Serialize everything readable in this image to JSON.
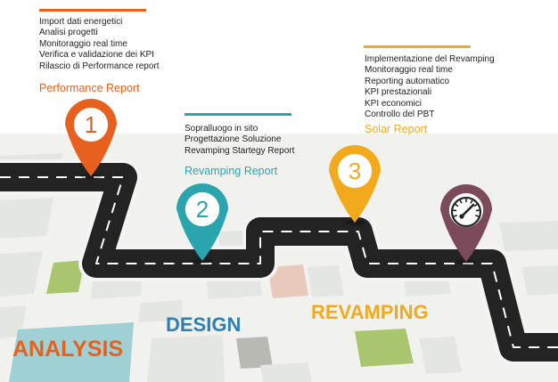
{
  "stages": [
    {
      "number": "1",
      "title": "Performance Report",
      "color": "#e8601d",
      "items": [
        "Import dati energetici",
        "Analisi progetti",
        "Monitoraggio real time",
        "Verifica e validazione dei KPI",
        "Rilascio di Performance report"
      ]
    },
    {
      "number": "2",
      "title": "Revamping Report",
      "color": "#2aa5ad",
      "items": [
        "Sopralluogo in sito",
        "Progettazione Soluzione",
        "Revamping Startegy Report"
      ]
    },
    {
      "number": "3",
      "title": "Solar Report",
      "color": "#f2a91c",
      "items": [
        "Implementazione del Revamping",
        "Monitoraggio real time",
        "Reporting automatico",
        "KPI prestazionali",
        "KPI economici",
        "Controllo del PBT"
      ]
    },
    {
      "icon": "gauge-icon",
      "color": "#7b4a5b"
    }
  ],
  "phases": [
    {
      "label": "ANALYSIS",
      "color": "#e8601d"
    },
    {
      "label": "DESIGN",
      "color": "#2f7fb5"
    },
    {
      "label": "REVAMPING",
      "color": "#f2a91c"
    }
  ]
}
